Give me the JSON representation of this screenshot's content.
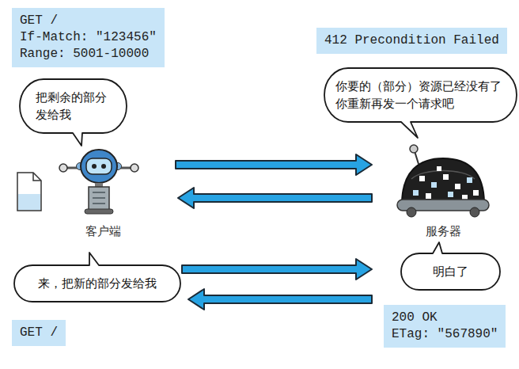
{
  "diagram": {
    "nodes": [
      {
        "text": [
          "GET /",
          "If-Match: \"123456\"",
          "Range: 5001-10000"
        ]
      },
      {
        "text": [
          "412 Precondition Failed"
        ]
      },
      {
        "text": [
          "把剩余的部分 发给我"
        ]
      },
      {
        "text": [
          "你要的（部分）资源已经没有了 你重新再发一个请求吧"
        ]
      },
      {
        "text": [
          "客户端"
        ]
      },
      {
        "text": [
          "服务器"
        ]
      },
      {
        "text": [
          "来，把新的部分发给我"
        ]
      },
      {
        "text": [
          "明白了"
        ]
      },
      {
        "text": [
          "GET /"
        ]
      },
      {
        "text": [
          "200 OK",
          "ETag: \"567890\""
        ]
      }
    ],
    "edges": [
      {
        "from": 4,
        "to": 5,
        "arrow": "to"
      },
      {
        "from": 5,
        "to": 4,
        "arrow": "to"
      },
      {
        "from": 4,
        "to": 5,
        "arrow": "to"
      },
      {
        "from": 5,
        "to": 4,
        "arrow": "to"
      }
    ]
  }
}
